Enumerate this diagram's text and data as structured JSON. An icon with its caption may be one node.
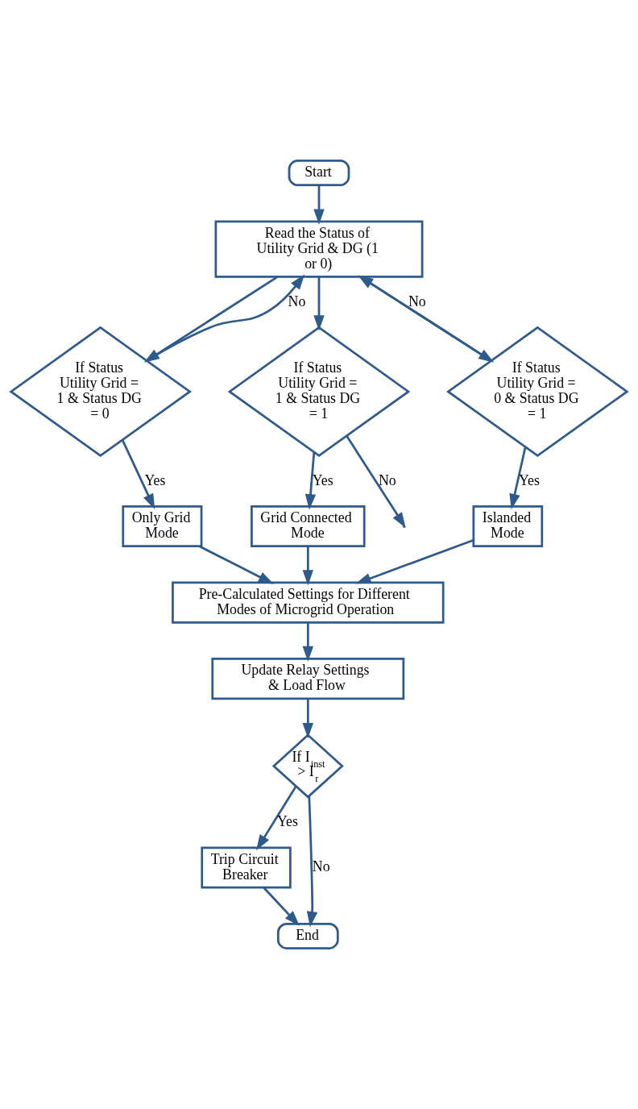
{
  "diagram": {
    "nodes": [
      {
        "text": [
          "Start"
        ]
      },
      {
        "text": [
          "Read the Status of Utility Grid & DG (1 or 0)"
        ]
      },
      {
        "text": [
          "If Status Utility Grid = 1 & Status DG = 0"
        ]
      },
      {
        "text": [
          "If Status Utility Grid = 1 & Status DG = 1"
        ]
      },
      {
        "text": [
          "If Status Utility Grid = 0 & Status DG = 1"
        ]
      },
      {
        "text": [
          "Only Grid Mode"
        ]
      },
      {
        "text": [
          "Grid Connected Mode"
        ]
      },
      {
        "text": [
          "Islanded Mode"
        ]
      },
      {
        "text": [
          "Pre-Calculated Settings for Different Modes of Microgrid Operation"
        ]
      },
      {
        "text": [
          "Update Relay Settings & Load Flow"
        ]
      },
      {
        "text": [
          "If I$_{inst}$ > I$_{r}$"
        ]
      },
      {
        "text": [
          "Trip Circuit Breaker"
        ]
      },
      {
        "text": [
          "End"
        ]
      }
    ],
    "edges": [
      {
        "from": 0,
        "to": 1,
        "arrow": "to"
      },
      {
        "from": 1,
        "to": 2,
        "arrow": "to"
      },
      {
        "from": 1,
        "to": 3,
        "arrow": "to"
      },
      {
        "from": 1,
        "to": 4,
        "arrow": "to"
      },
      {
        "from": 2,
        "to": 1,
        "arrow": "to",
        "label": "No"
      },
      {
        "from": 2,
        "to": 5,
        "arrow": "to",
        "label": "Yes"
      },
      {
        "from": 3,
        "to": 6,
        "arrow": "to",
        "label": "Yes"
      },
      {
        "from": 3,
        "to": null,
        "arrow": "to",
        "label": "No"
      },
      {
        "from": 4,
        "to": 7,
        "arrow": "to",
        "label": "Yes"
      },
      {
        "from": 4,
        "to": 1,
        "arrow": "to",
        "label": "No"
      },
      {
        "from": 5,
        "to": 8,
        "arrow": "to"
      },
      {
        "from": 6,
        "to": 8,
        "arrow": "to"
      },
      {
        "from": 7,
        "to": 8,
        "arrow": "to"
      },
      {
        "from": 8,
        "to": 9,
        "arrow": "to"
      },
      {
        "from": 9,
        "to": 10,
        "arrow": "to"
      },
      {
        "from": 10,
        "to": 11,
        "arrow": "to",
        "label": "Yes"
      },
      {
        "from": 10,
        "to": 12,
        "arrow": "to",
        "label": "No"
      },
      {
        "from": 11,
        "to": 12,
        "arrow": "to"
      }
    ]
  }
}
